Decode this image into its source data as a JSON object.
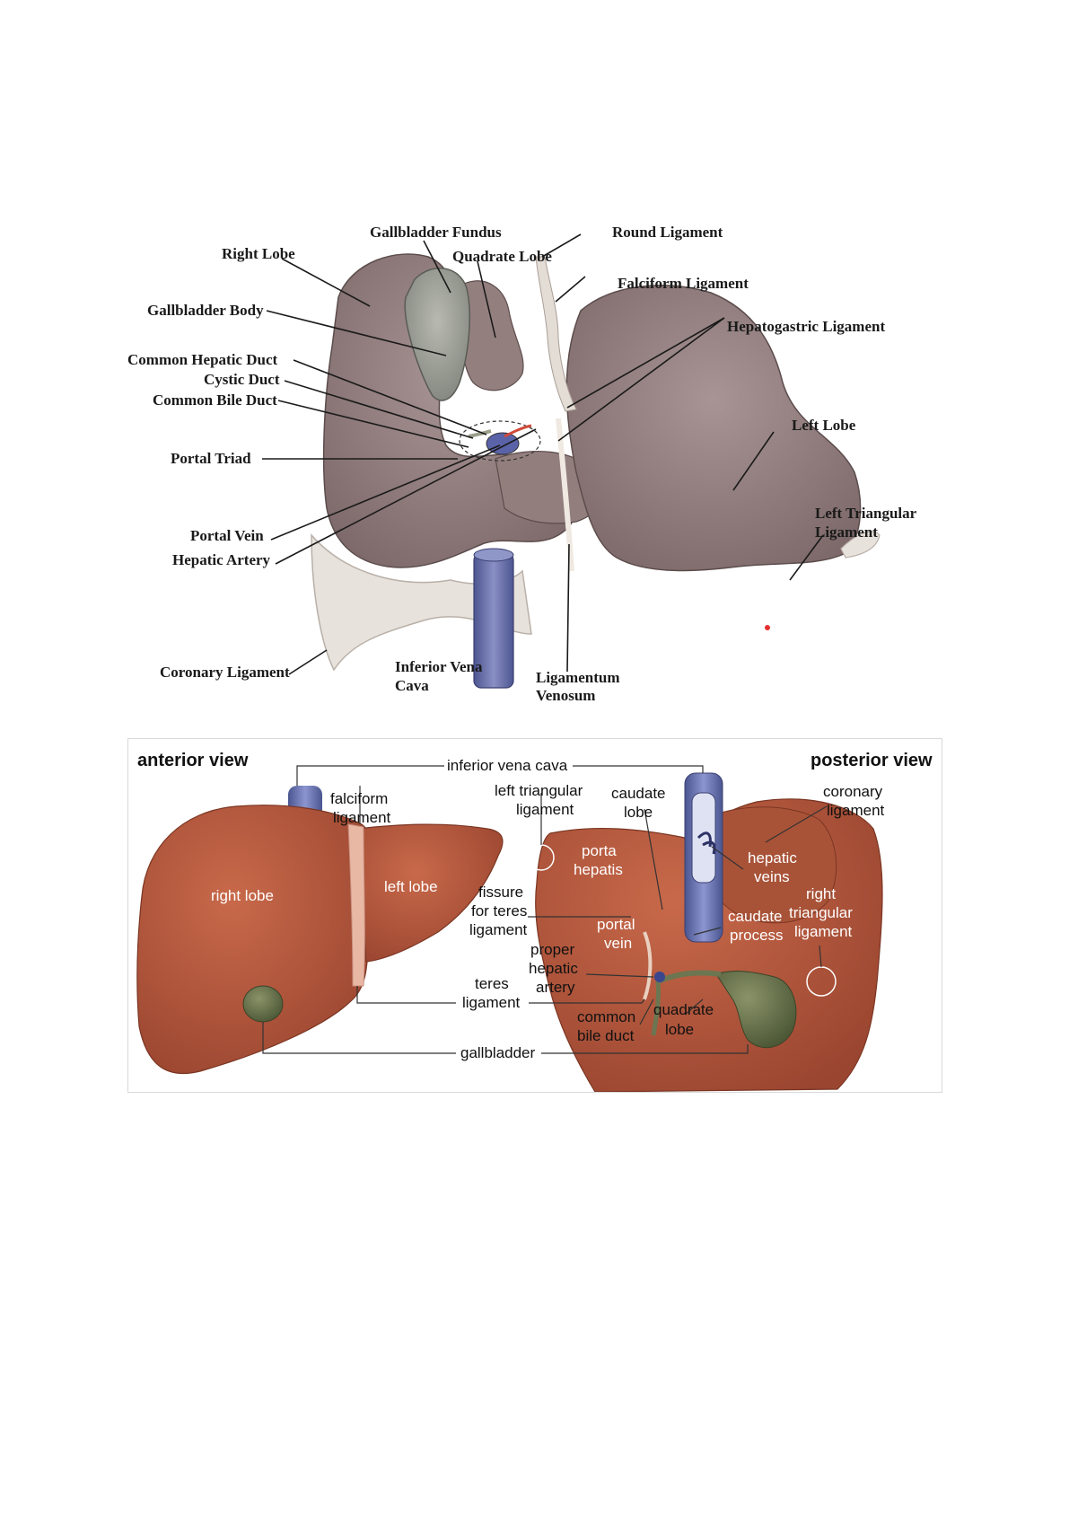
{
  "top_diagram": {
    "labels": {
      "right_lobe": "Right Lobe",
      "gallbladder_fundus": "Gallbladder Fundus",
      "quadrate_lobe": "Quadrate Lobe",
      "round_ligament": "Round Ligament",
      "falciform_ligament": "Falciform Ligament",
      "gallbladder_body": "Gallbladder Body",
      "hepatogastric_ligament": "Hepatogastric Ligament",
      "common_hepatic_duct": "Common Hepatic Duct",
      "cystic_duct": "Cystic Duct",
      "common_bile_duct": "Common Bile Duct",
      "left_lobe": "Left Lobe",
      "portal_triad": "Portal Triad",
      "left_triangular_ligament_1": "Left Triangular",
      "left_triangular_ligament_2": "Ligament",
      "portal_vein": "Portal Vein",
      "hepatic_artery": "Hepatic Artery",
      "coronary_ligament": "Coronary Ligament",
      "ivc_1": "Inferior Vena",
      "ivc_2": "Cava",
      "lig_venosum_1": "Ligamentum",
      "lig_venosum_2": "Venosum"
    }
  },
  "bottom_diagram": {
    "titles": {
      "anterior": "anterior view",
      "posterior": "posterior view"
    },
    "labels": {
      "inferior_vena_cava": "inferior vena cava",
      "falciform_1": "falciform",
      "falciform_2": "ligament",
      "left_triangular_1": "left triangular",
      "left_triangular_2": "ligament",
      "caudate_lobe_1": "caudate",
      "caudate_lobe_2": "lobe",
      "coronary_1": "coronary",
      "coronary_2": "ligament",
      "porta_1": "porta",
      "porta_2": "hepatis",
      "hepatic_veins_1": "hepatic",
      "hepatic_veins_2": "veins",
      "right_lobe": "right lobe",
      "left_lobe": "left lobe",
      "fissure_1": "fissure",
      "fissure_2": "for teres",
      "fissure_3": "ligament",
      "right_triangular_1": "right",
      "right_triangular_2": "triangular",
      "right_triangular_3": "ligament",
      "caudate_process_1": "caudate",
      "caudate_process_2": "process",
      "portal_vein_1": "portal",
      "portal_vein_2": "vein",
      "proper_hepatic_1": "proper",
      "proper_hepatic_2": "hepatic",
      "proper_hepatic_3": "artery",
      "teres_1": "teres",
      "teres_2": "ligament",
      "quadrate_1": "quadrate",
      "quadrate_2": "lobe",
      "common_bile_1": "common",
      "common_bile_2": "bile duct",
      "gallbladder": "gallbladder"
    }
  },
  "colors": {
    "liver_grey": "#8a7676",
    "liver_grey_light": "#a08c8c",
    "gallbladder_grey": "#9c9e96",
    "ivc_blue": "#6f78b0",
    "liver_red": "#b3583c",
    "liver_red_dark": "#8e3e28",
    "gallbladder_green": "#5c6a45"
  }
}
